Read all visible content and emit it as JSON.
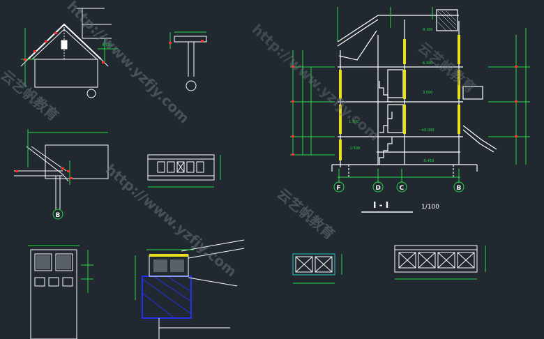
{
  "section": {
    "title": "I - I",
    "scale": "1/100",
    "axes": [
      "F",
      "D",
      "C",
      "B"
    ],
    "level_labels": [
      "9.100",
      "6.300",
      "3.500",
      "±0.000",
      "-0.450",
      "-1.500",
      "1.700"
    ],
    "title_color": "#ffffff"
  },
  "details": {
    "roof_level": "9.100",
    "node_b": "B"
  },
  "watermarks": [
    "http://www.yzfjy.com",
    "云艺帆教育",
    "http://www.yzfjy.com",
    "云艺帆教育"
  ],
  "colors": {
    "background": "#212830",
    "linework": "#ffffff",
    "dimensions": "#22dd44",
    "ticks": "#ff3030",
    "columns": "#e8e020",
    "hatch_blue": "#2233ee",
    "cyan": "#22cccc"
  }
}
